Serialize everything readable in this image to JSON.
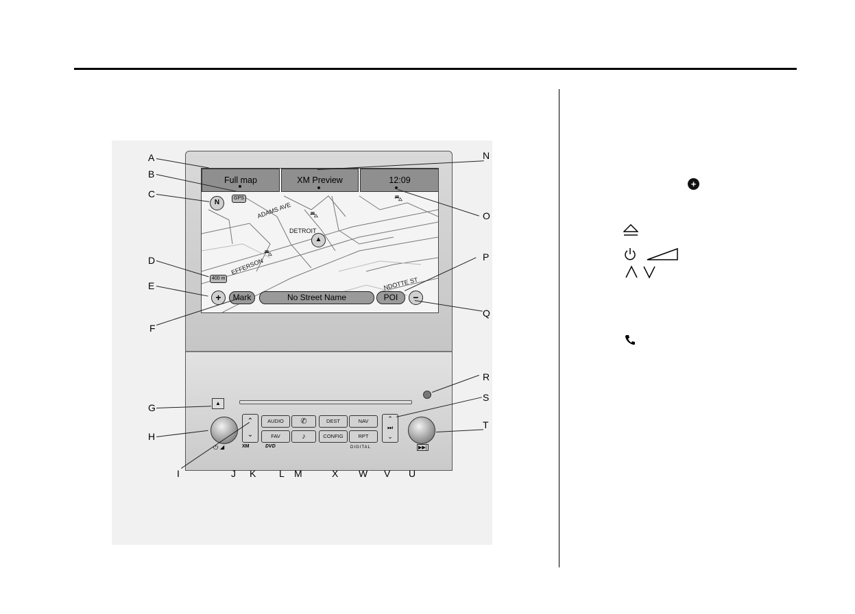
{
  "screen": {
    "full_map": "Full map",
    "xm_preview": "XM Preview",
    "clock": "12:09",
    "gps": "GPS",
    "scale": "400 m",
    "mark": "Mark",
    "street_name": "No Street Name",
    "poi": "POI",
    "streets": [
      "ADAMS AVE",
      "DETROIT",
      "EFFERSON",
      "NDOTTE ST"
    ]
  },
  "controls": {
    "audio": "AUDIO",
    "fav": "FAV",
    "dest": "DEST",
    "nav": "NAV",
    "config": "CONFIG",
    "rpt": "RPT",
    "logo_xm": "XM",
    "logo_dvd": "DVD",
    "logo_dolby": "DIGITAL"
  },
  "callouts": {
    "left": [
      "A",
      "B",
      "C",
      "D",
      "E",
      "F",
      "G",
      "H",
      "I"
    ],
    "bottom": [
      "J",
      "K",
      "L",
      "M",
      "X",
      "W",
      "V",
      "U"
    ],
    "right": [
      "N",
      "O",
      "P",
      "Q",
      "R",
      "S",
      "T"
    ]
  },
  "sidebar_icons": [
    "plus-circle-icon",
    "eject-icon",
    "power-icon",
    "volume-icon",
    "up-arrow-icon",
    "down-arrow-icon",
    "phone-icon"
  ]
}
